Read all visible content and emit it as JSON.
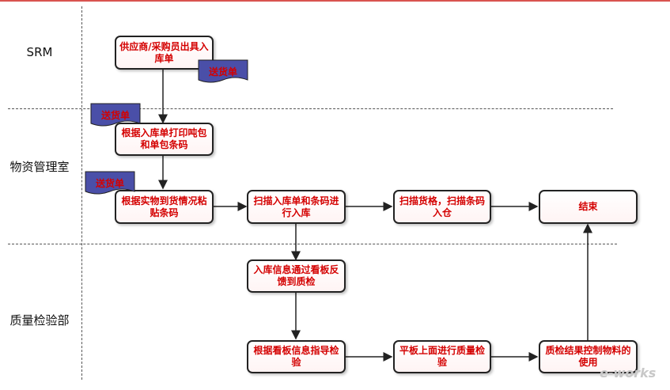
{
  "lanes": {
    "srm": "SRM",
    "materials": "物资管理室",
    "quality": "质量检验部"
  },
  "boxes": {
    "supplier": "供应商/采购员出具入库单",
    "print_barcode": "根据入库单打印吨包和单包条码",
    "paste_barcode": "根据实物到货情况粘贴条码",
    "scan_inbound": "扫描入库单和条码进行入库",
    "scan_shelf": "扫描货格，扫描条码入仓",
    "end": "结束",
    "kanban_feedback": "入库信息通过看板反馈到质检",
    "kanban_inspect": "根据看板信息指导检验",
    "tablet_inspect": "平板上面进行质量检验",
    "result_control": "质检结果控制物料的使用"
  },
  "docs": {
    "doc1": "送货单",
    "doc2": "送货单",
    "doc3": "送货单"
  },
  "watermark": "e-works"
}
